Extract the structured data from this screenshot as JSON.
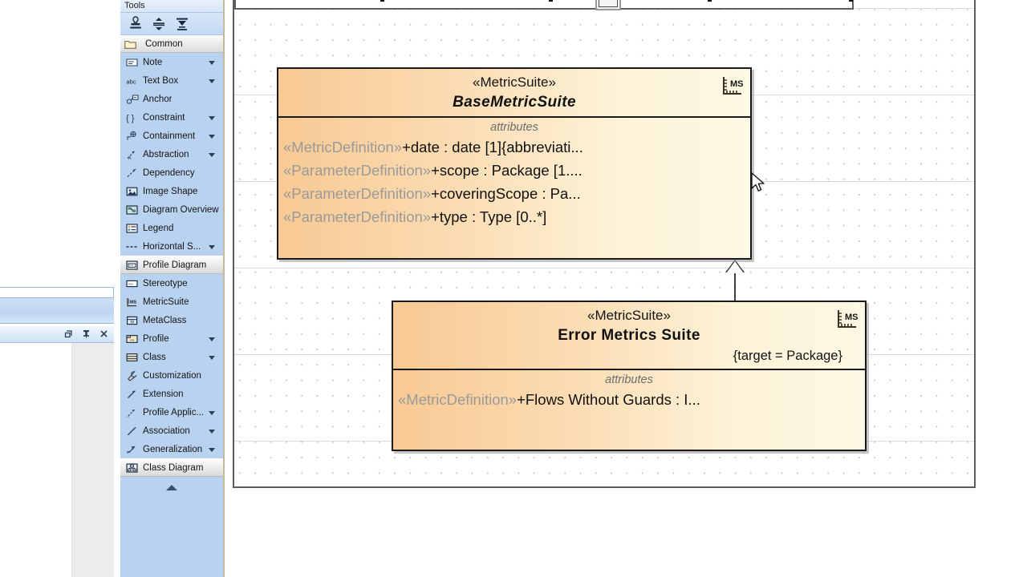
{
  "app": {
    "palette_title": "Tools"
  },
  "palette": {
    "top_icons": [
      {
        "name": "stamp-icon"
      },
      {
        "name": "expand-vertical-icon"
      },
      {
        "name": "collapse-icon"
      }
    ],
    "group_header": {
      "label": "Common",
      "icon": "folder-icon"
    },
    "items": [
      {
        "label": "Note",
        "icon": "note-icon",
        "caret": true,
        "selected": false
      },
      {
        "label": "Text Box",
        "icon": "textbox-icon",
        "caret": true,
        "selected": false
      },
      {
        "label": "Anchor",
        "icon": "anchor-icon",
        "caret": false,
        "selected": false
      },
      {
        "label": "Constraint",
        "icon": "constraint-icon",
        "caret": true,
        "selected": false
      },
      {
        "label": "Containment",
        "icon": "containment-icon",
        "caret": true,
        "selected": false
      },
      {
        "label": "Abstraction",
        "icon": "abstraction-icon",
        "caret": true,
        "selected": false
      },
      {
        "label": "Dependency",
        "icon": "dependency-icon",
        "caret": false,
        "selected": false
      },
      {
        "label": "Image Shape",
        "icon": "image-shape-icon",
        "caret": false,
        "selected": false
      },
      {
        "label": "Diagram Overview",
        "icon": "diagram-overview-icon",
        "caret": false,
        "selected": false
      },
      {
        "label": "Legend",
        "icon": "legend-icon",
        "caret": false,
        "selected": false
      },
      {
        "label": "Horizontal S...",
        "icon": "horizontal-separator-icon",
        "caret": true,
        "selected": false
      },
      {
        "label": "Profile Diagram",
        "icon": "profile-diagram-icon",
        "caret": false,
        "selected": true
      },
      {
        "label": "Stereotype",
        "icon": "stereotype-icon",
        "caret": false,
        "selected": false
      },
      {
        "label": "MetricSuite",
        "icon": "metricsuite-icon",
        "caret": false,
        "selected": false
      },
      {
        "label": "MetaClass",
        "icon": "metaclass-icon",
        "caret": false,
        "selected": false
      },
      {
        "label": "Profile",
        "icon": "profile-icon",
        "caret": true,
        "selected": false
      },
      {
        "label": "Class",
        "icon": "class-icon",
        "caret": true,
        "selected": false
      },
      {
        "label": "Customization",
        "icon": "customization-icon",
        "caret": false,
        "selected": false
      },
      {
        "label": "Extension",
        "icon": "extension-icon",
        "caret": false,
        "selected": false
      },
      {
        "label": "Profile Applic...",
        "icon": "profile-application-icon",
        "caret": true,
        "selected": false
      },
      {
        "label": "Association",
        "icon": "association-icon",
        "caret": true,
        "selected": false
      },
      {
        "label": "Generalization",
        "icon": "generalization-icon",
        "caret": true,
        "selected": false
      },
      {
        "label": "Class Diagram",
        "icon": "class-diagram-icon",
        "caret": false,
        "selected": true
      }
    ],
    "collapse_icon": "collapse-up-arrow-icon"
  },
  "panel": {
    "window_buttons": [
      {
        "name": "restore-icon"
      },
      {
        "name": "auto-hide-pin-icon"
      },
      {
        "name": "close-icon"
      }
    ]
  },
  "diagram": {
    "classes": [
      {
        "stereotype": "«MetricSuite»",
        "name": "BaseMetricSuite",
        "italic": true,
        "tagged_value": "",
        "badge": "metricsuite-badge",
        "compartment_title": "attributes",
        "attributes": [
          {
            "stereotype": "«MetricDefinition»",
            "text": "+date : date [1]{abbreviati..."
          },
          {
            "stereotype": "«ParameterDefinition»",
            "text": "+scope : Package [1...."
          },
          {
            "stereotype": "«ParameterDefinition»",
            "text": "+coveringScope : Pa..."
          },
          {
            "stereotype": "«ParameterDefinition»",
            "text": "+type : Type [0..*]"
          }
        ]
      },
      {
        "stereotype": "«MetricSuite»",
        "name": "Error Metrics Suite",
        "italic": false,
        "tagged_value": "{target = Package}",
        "badge": "metricsuite-badge",
        "compartment_title": "attributes",
        "attributes": [
          {
            "stereotype": "«MetricDefinition»",
            "text": "+Flows Without Guards : I..."
          }
        ]
      }
    ],
    "relationship": {
      "type": "generalization",
      "from": "Error Metrics Suite",
      "to": "BaseMetricSuite"
    },
    "badge_label": "MS"
  },
  "colors": {
    "class_fill_left": "#f8c993",
    "class_fill_right": "#fdf8e4",
    "class_border": "#1a1a1a",
    "palette_bg": "#b8d2f0",
    "stereotype_gray": "#9a9a9a",
    "compartment_title": "#6d6d6d"
  }
}
